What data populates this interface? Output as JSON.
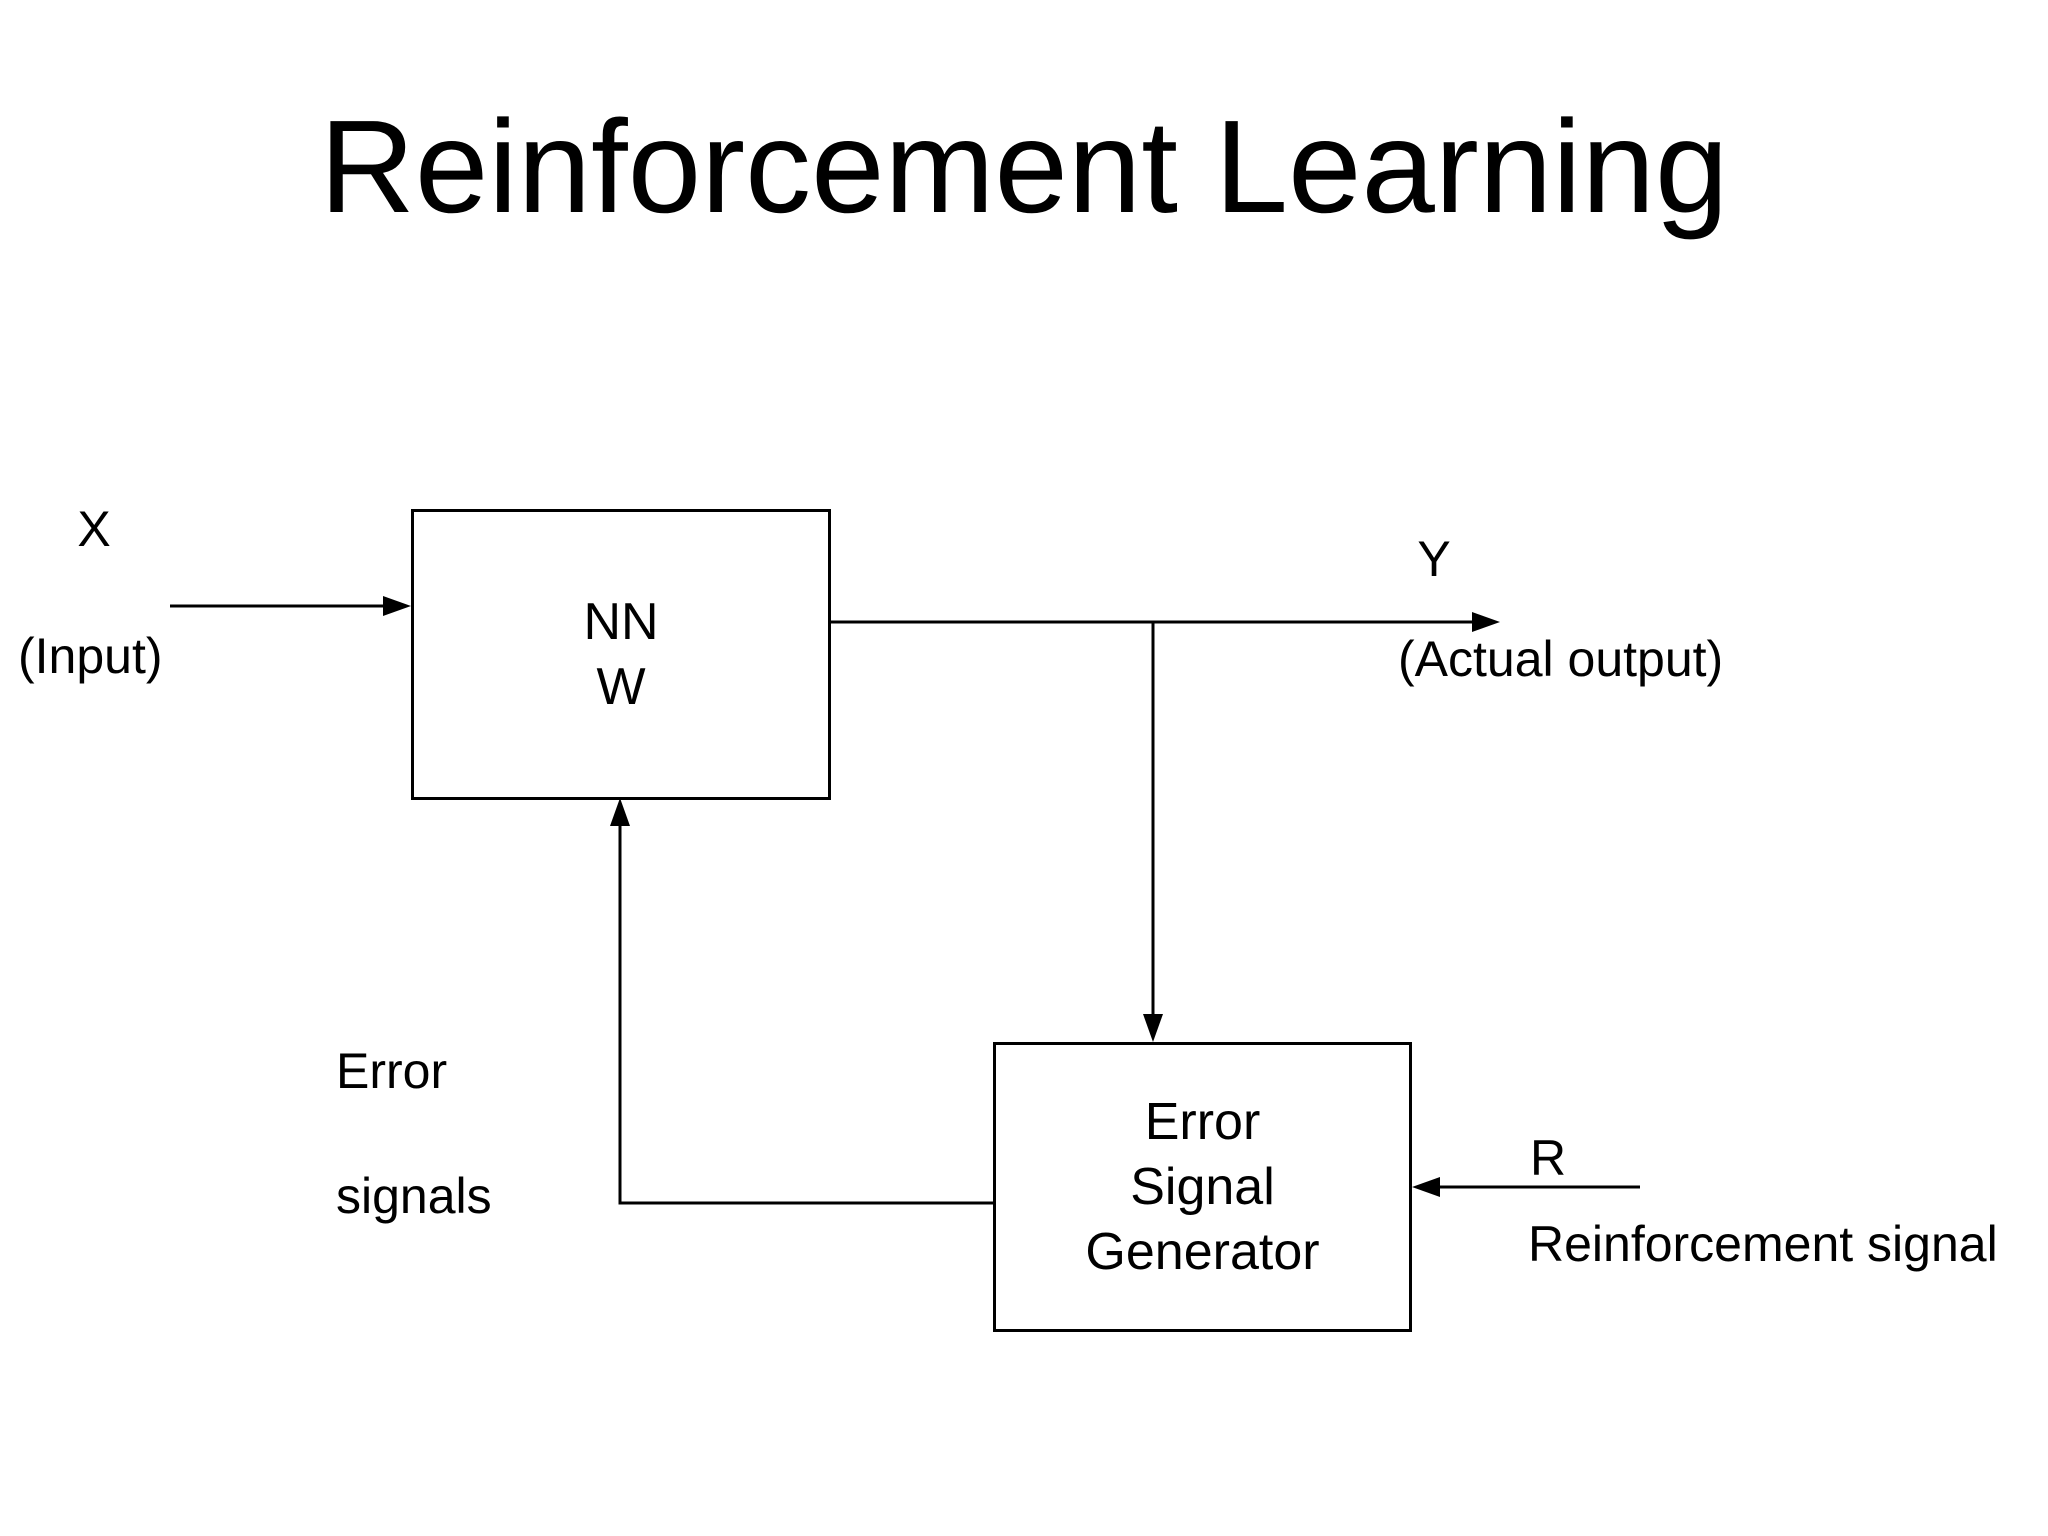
{
  "title": "Reinforcement Learning",
  "diagram": {
    "nodes": {
      "nn": {
        "line1": "NN",
        "line2": "W"
      },
      "error_signal_generator": {
        "line1": "Error",
        "line2": "Signal",
        "line3": "Generator"
      }
    },
    "labels": {
      "input_symbol": "X",
      "input_caption": "(Input)",
      "output_symbol": "Y",
      "output_caption": "(Actual output)",
      "error_signals_line1": "Error",
      "error_signals_line2": "signals",
      "reinforcement_symbol": "R",
      "reinforcement_caption": "Reinforcement signal"
    },
    "colors": {
      "background": "#ffffff",
      "line": "#000000",
      "text": "#000000"
    }
  }
}
